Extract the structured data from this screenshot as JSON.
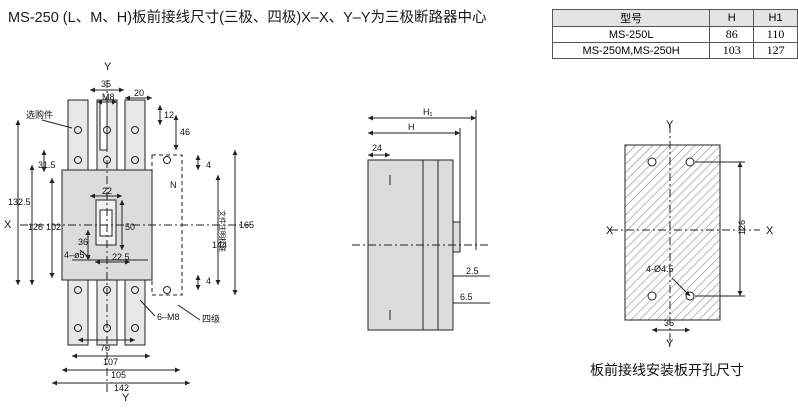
{
  "title": "MS-250 (L、M、H)板前接线尺寸(三极、四极)X–X、Y–Y为三极断路器中心",
  "spec_table": {
    "headers": [
      "型号",
      "H",
      "H1"
    ],
    "rows": [
      [
        "MS-250L",
        "86",
        "110"
      ],
      [
        "MS-250M,MS-250H",
        "103",
        "127"
      ]
    ]
  },
  "front_view": {
    "axis_x": "X",
    "axis_y_top": "Y",
    "axis_y_bottom": "Y",
    "dims": {
      "d35": "35",
      "dM8": "M8",
      "d20": "20",
      "d12": "12",
      "d46": "46",
      "d1325": "132.5",
      "d315": "31.5",
      "d22": "22",
      "d126": "126",
      "d102": "102",
      "d50": "50",
      "d36": "36",
      "d4phi5": "4–ø5",
      "d225": "22.5",
      "d144": "144",
      "d165": "165",
      "d6M8": "6–M8",
      "d70": "70",
      "d107": "107",
      "d105": "105",
      "d142": "142",
      "dN": "N",
      "d4": "4"
    },
    "labels": {
      "optional": "选购件",
      "four_pole": "四级",
      "vertical": "文件注明标准"
    }
  },
  "side_view": {
    "dims": {
      "H1": "H₁",
      "H": "H",
      "d24": "24",
      "d25": "2.5",
      "d65": "6.5"
    }
  },
  "panel_view": {
    "axis_x_left": "X",
    "axis_x_right": "X",
    "axis_y_top": "Y",
    "axis_y_bottom": "Y",
    "dims": {
      "d126": "126",
      "d4phi45": "4-Ø4.5",
      "d35": "35"
    },
    "caption": "板前接线安装板开孔尺寸"
  },
  "colors": {
    "body": "#dcdcdc",
    "line": "#222222",
    "hatch": "#9a9a9a"
  }
}
